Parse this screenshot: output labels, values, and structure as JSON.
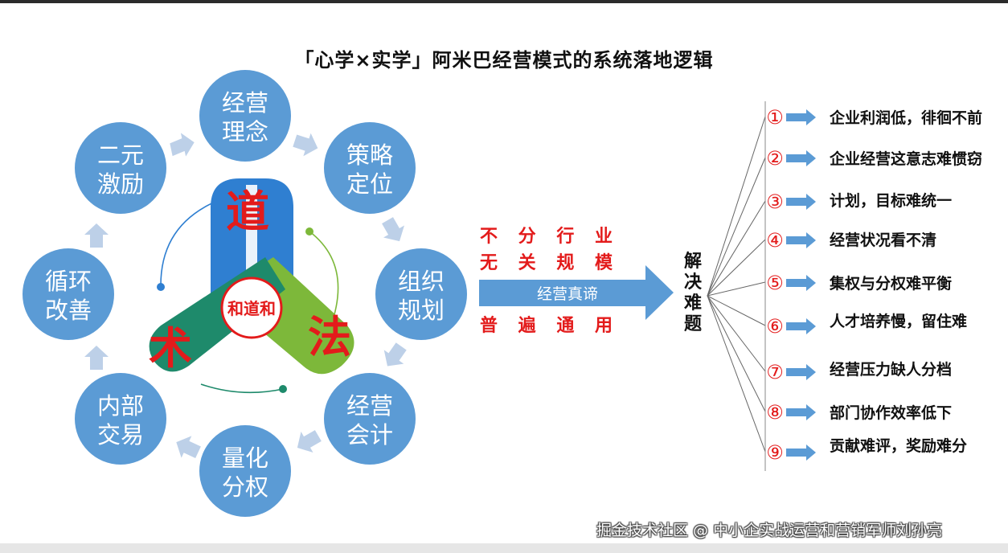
{
  "title": "「心学×实学」阿米巴经营模式的系统落地逻辑",
  "cycle": [
    {
      "line1": "经营",
      "line2": "理念"
    },
    {
      "line1": "策略",
      "line2": "定位"
    },
    {
      "line1": "组织",
      "line2": "规划"
    },
    {
      "line1": "经营",
      "line2": "会计"
    },
    {
      "line1": "量化",
      "line2": "分权"
    },
    {
      "line1": "内部",
      "line2": "交易"
    },
    {
      "line1": "循环",
      "line2": "改善"
    },
    {
      "line1": "二元",
      "line2": "激励"
    }
  ],
  "core": {
    "dao": "道",
    "shu": "术",
    "fa": "法",
    "center": "和道和"
  },
  "arrow": {
    "top_line1": "不 分 行 业",
    "top_line2": "无 关 规 模",
    "label": "经营真谛",
    "bottom_line": "普 遍 通 用"
  },
  "solve": [
    "解",
    "决",
    "难",
    "题"
  ],
  "problems": [
    {
      "num": "①",
      "text": "企业利润低，徘徊不前"
    },
    {
      "num": "②",
      "text": "企业经营这意志难惯窃"
    },
    {
      "num": "③",
      "text": "计划，目标难统一"
    },
    {
      "num": "④",
      "text": "经营状况看不清"
    },
    {
      "num": "⑤",
      "text": "集权与分权难平衡"
    },
    {
      "num": "⑥",
      "text": "人才培养慢，留住难"
    },
    {
      "num": "⑦",
      "text": "经营压力缺人分档"
    },
    {
      "num": "⑧",
      "text": "部门协作效率低下"
    },
    {
      "num": "⑨",
      "text": "贡献难评，奖励难分"
    }
  ],
  "watermark": "掘金技术社区 @ 中小企实战运营和营销军师刘孙亮",
  "colors": {
    "circle": "#5b9bd5",
    "cycle_arrow": "#bdd0e8",
    "main_arrow": "#5b9bd5",
    "band_blue": "#2f7fd1",
    "band_green": "#7db83a",
    "band_teal": "#1e8a6b",
    "accent_red": "#e31b1b"
  }
}
